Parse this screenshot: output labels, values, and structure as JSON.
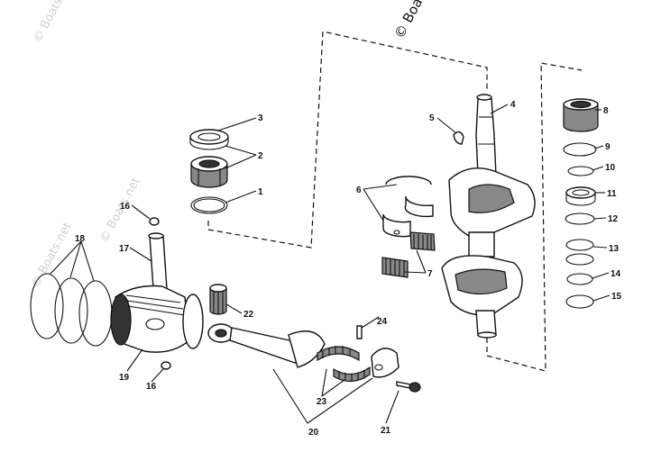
{
  "watermark": {
    "main": "© Boats.net",
    "faint_top": "© Boats.",
    "faint_mid": "© Boats.net",
    "faint_left": "© Boats.net"
  },
  "callouts": [
    "1",
    "2",
    "3",
    "4",
    "5",
    "6",
    "7",
    "8",
    "9",
    "10",
    "11",
    "12",
    "13",
    "14",
    "15",
    "16",
    "16",
    "17",
    "18",
    "19",
    "20",
    "21",
    "22",
    "23",
    "24"
  ]
}
